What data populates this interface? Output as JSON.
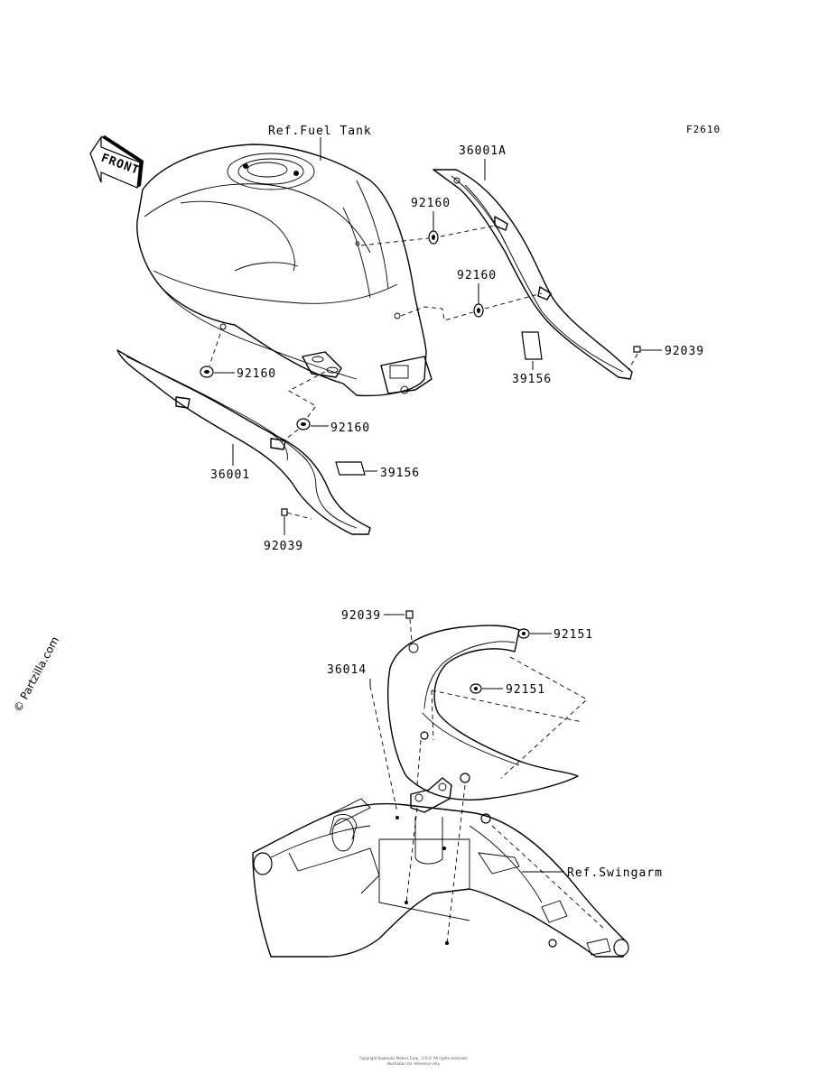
{
  "figure_code": "F2610",
  "front_marker": "FRONT",
  "watermark": "© Partzilla.com",
  "references": {
    "fuel_tank": "Ref.Fuel Tank",
    "swingarm": "Ref.Swingarm"
  },
  "callouts": {
    "upper_right_cover": "36001A",
    "grommet_upper_a": "92160",
    "grommet_upper_b": "92160",
    "pad_right": "39156",
    "screw_right": "92039",
    "grommet_left_a": "92160",
    "grommet_left_b": "92160",
    "cover_left": "36001",
    "pad_left": "39156",
    "screw_left": "92039",
    "screw_fender": "92039",
    "bolt_fender_a": "92151",
    "fender": "36014",
    "bolt_fender_b": "92151"
  },
  "footer": {
    "line1": "Copyright Kawasaki Motors Corp., U.S.A. All rights reserved.",
    "line2": "Illustration for reference only."
  }
}
